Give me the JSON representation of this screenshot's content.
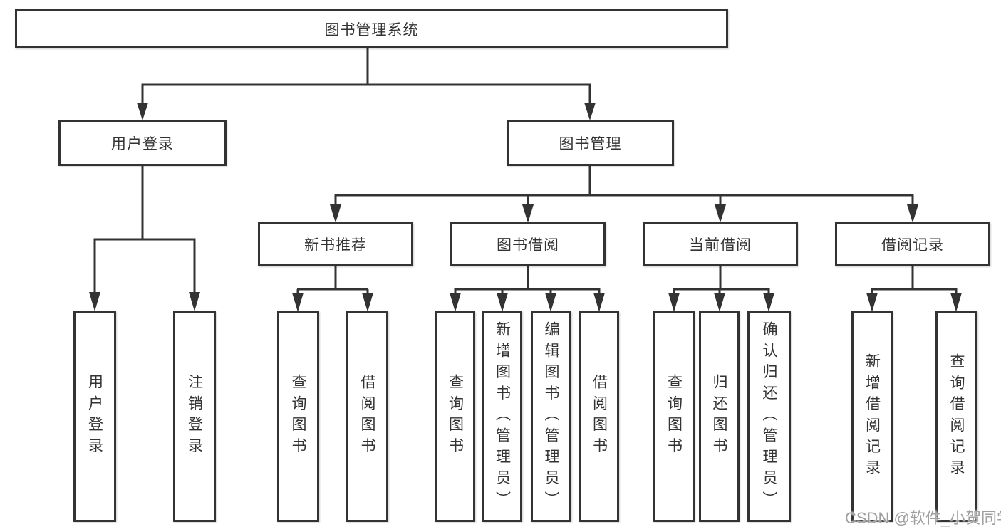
{
  "colors": {
    "line": "#333333",
    "box_border": "#333333",
    "text": "#333333",
    "background": "#ffffff",
    "watermark_text": "#9f9f9f"
  },
  "tree": {
    "root": {
      "label": "图书管理系统"
    },
    "user_login": {
      "label": "用户登录",
      "children": {
        "login": {
          "label": "用户登录"
        },
        "logout": {
          "label": "注销登录"
        }
      }
    },
    "book_management": {
      "label": "图书管理",
      "children": {
        "new_book_recommend": {
          "label": "新书推荐",
          "children": {
            "query_book": {
              "label": "查询图书"
            },
            "borrow_book": {
              "label": "借阅图书"
            }
          }
        },
        "book_borrow": {
          "label": "图书借阅",
          "children": {
            "query_book": {
              "label": "查询图书"
            },
            "add_book": {
              "label": "新增图书（管理员）"
            },
            "edit_book": {
              "label": "编辑图书（管理员）"
            },
            "borrow_book": {
              "label": "借阅图书"
            }
          }
        },
        "current_borrow": {
          "label": "当前借阅",
          "children": {
            "query_book": {
              "label": "查询图书"
            },
            "return_book": {
              "label": "归还图书"
            },
            "confirm_return": {
              "label": "确认归还（管理员）"
            }
          }
        },
        "borrow_record": {
          "label": "借阅记录",
          "children": {
            "add_record": {
              "label": "新增借阅记录"
            },
            "query_record": {
              "label": "查询借阅记录"
            }
          }
        }
      }
    }
  },
  "watermark": "CSDN @软件_小贺同学"
}
